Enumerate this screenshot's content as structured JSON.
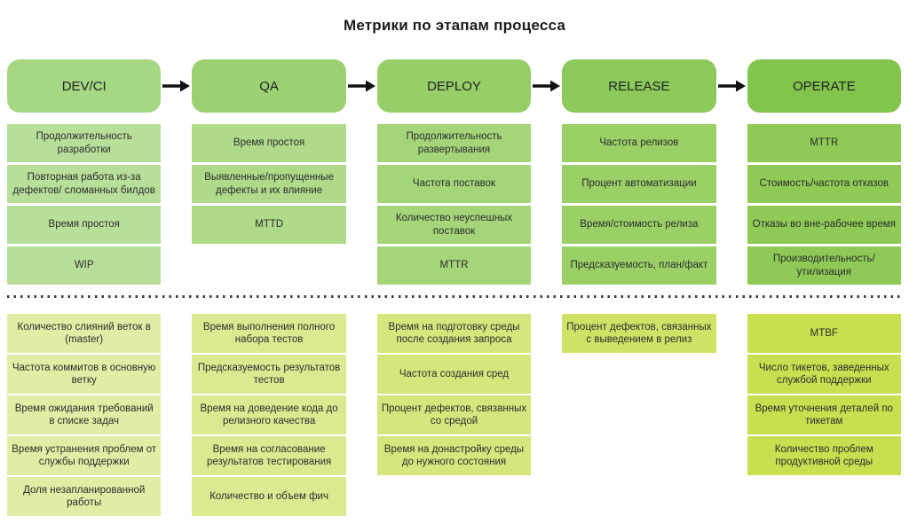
{
  "title": "Метрики по этапам процесса",
  "arrow_color": "#111111",
  "separator_color": "#3c3c3c",
  "text_color": "#2d2d2d",
  "columns": [
    {
      "id": "dev-ci",
      "header": "DEV/CI",
      "colors": {
        "header": "#a6d783",
        "top": "#b8df9a",
        "bottom": "#e0eda4"
      },
      "top_metrics": [
        "Продолжительность разработки",
        "Повторная работа из-за дефектов/ сломанных билдов",
        "Время простоя",
        "WIP"
      ],
      "bottom_metrics": [
        "Количество слияний веток в (master)",
        "Частота коммитов в основную ветку",
        "Время ожидания требований в списке задач",
        "Время устранения проблем от службы поддержки",
        "Доля незапланированной работы"
      ]
    },
    {
      "id": "qa",
      "header": "QA",
      "colors": {
        "header": "#9bd170",
        "top": "#aeda8a",
        "bottom": "#daea90"
      },
      "top_metrics": [
        "Время простоя",
        "Выявленные/пропущенные дефекты и их влияние",
        "MTTD"
      ],
      "bottom_metrics": [
        "Время выполнения полного набора тестов",
        "Предсказуемость результатов тестов",
        "Время на доведение кода до релизного качества",
        "Время на согласование результатов тестирования",
        "Количество и объем фич"
      ]
    },
    {
      "id": "deploy",
      "header": "DEPLOY",
      "colors": {
        "header": "#96ce67",
        "top": "#a5d579",
        "bottom": "#d4e67c"
      },
      "top_metrics": [
        "Продолжительность развертывания",
        "Частота поставок",
        "Количество неуспешных поставок",
        "MTTR"
      ],
      "bottom_metrics": [
        "Время на подготовку среды после создания запроса",
        "Частота создания сред",
        "Процент дефектов, связанных со средой",
        "Время на донастройку среды до нужного состояния"
      ]
    },
    {
      "id": "release",
      "header": "RELEASE",
      "colors": {
        "header": "#8bc95a",
        "top": "#9ad066",
        "bottom": "#cde366"
      },
      "top_metrics": [
        "Частота релизов",
        "Процент автоматизации",
        "Время/стоимость релиза",
        "Предсказуемость, план/факт"
      ],
      "bottom_metrics": [
        "Процент дефектов, связанных с выведением в релиз"
      ]
    },
    {
      "id": "operate",
      "header": "OPERATE",
      "colors": {
        "header": "#82c54d",
        "top": "#8eca55",
        "bottom": "#c6e04f"
      },
      "top_metrics": [
        "MTTR",
        "Стоимость/частота отказов",
        "Отказы во вне-рабочее время",
        "Производительность/утилизация"
      ],
      "bottom_metrics": [
        "MTBF",
        "Число тикетов, заведенных службой поддержки",
        "Время уточнения деталей по тикетам",
        "Количество проблем продуктивной среды"
      ]
    }
  ]
}
